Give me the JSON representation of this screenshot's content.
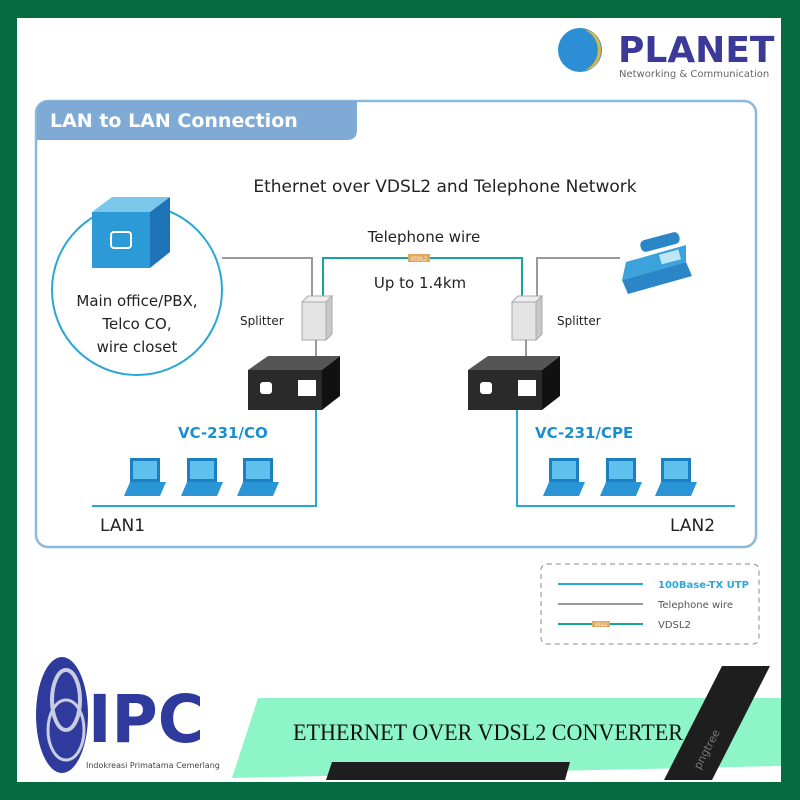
{
  "brand": {
    "name": "PLANET",
    "tagline": "Networking & Communication"
  },
  "panel": {
    "title": "LAN to LAN Connection",
    "heading": "Ethernet over VDSL2 and Telephone Network"
  },
  "diagram": {
    "site_label_lines": [
      "Main office/PBX,",
      "Telco CO,",
      "wire closet"
    ],
    "telephone_wire_label": "Telephone wire",
    "vdsl_badge": "VDSL2",
    "distance_label": "Up to 1.4km",
    "splitter_left": "Splitter",
    "splitter_right": "Splitter",
    "device_left": "VC-231/CO",
    "device_right": "VC-231/CPE",
    "lan_left": "LAN1",
    "lan_right": "LAN2"
  },
  "legend": {
    "items": [
      {
        "label": "100Base-TX UTP",
        "color": "#29a8d8"
      },
      {
        "label": "Telephone wire",
        "color": "#9a9a9a"
      },
      {
        "label": "VDSL2",
        "color": "#1aa39a"
      }
    ],
    "badge": "VDSL2"
  },
  "footer": {
    "logo_text": "IPC",
    "logo_subtitle": "Indokreasi Primatama Cemerlang",
    "banner": "ETHERNET OVER VDSL2 CONVERTER",
    "watermark": "pngtree"
  },
  "colors": {
    "frame_green": "#066b40",
    "panel_blue": "#7faad6",
    "utp_blue": "#29a8d8",
    "device_label_blue": "#1a8fd0",
    "banner_mint": "#8ef5c8",
    "planet_purple": "#3b3a98"
  }
}
